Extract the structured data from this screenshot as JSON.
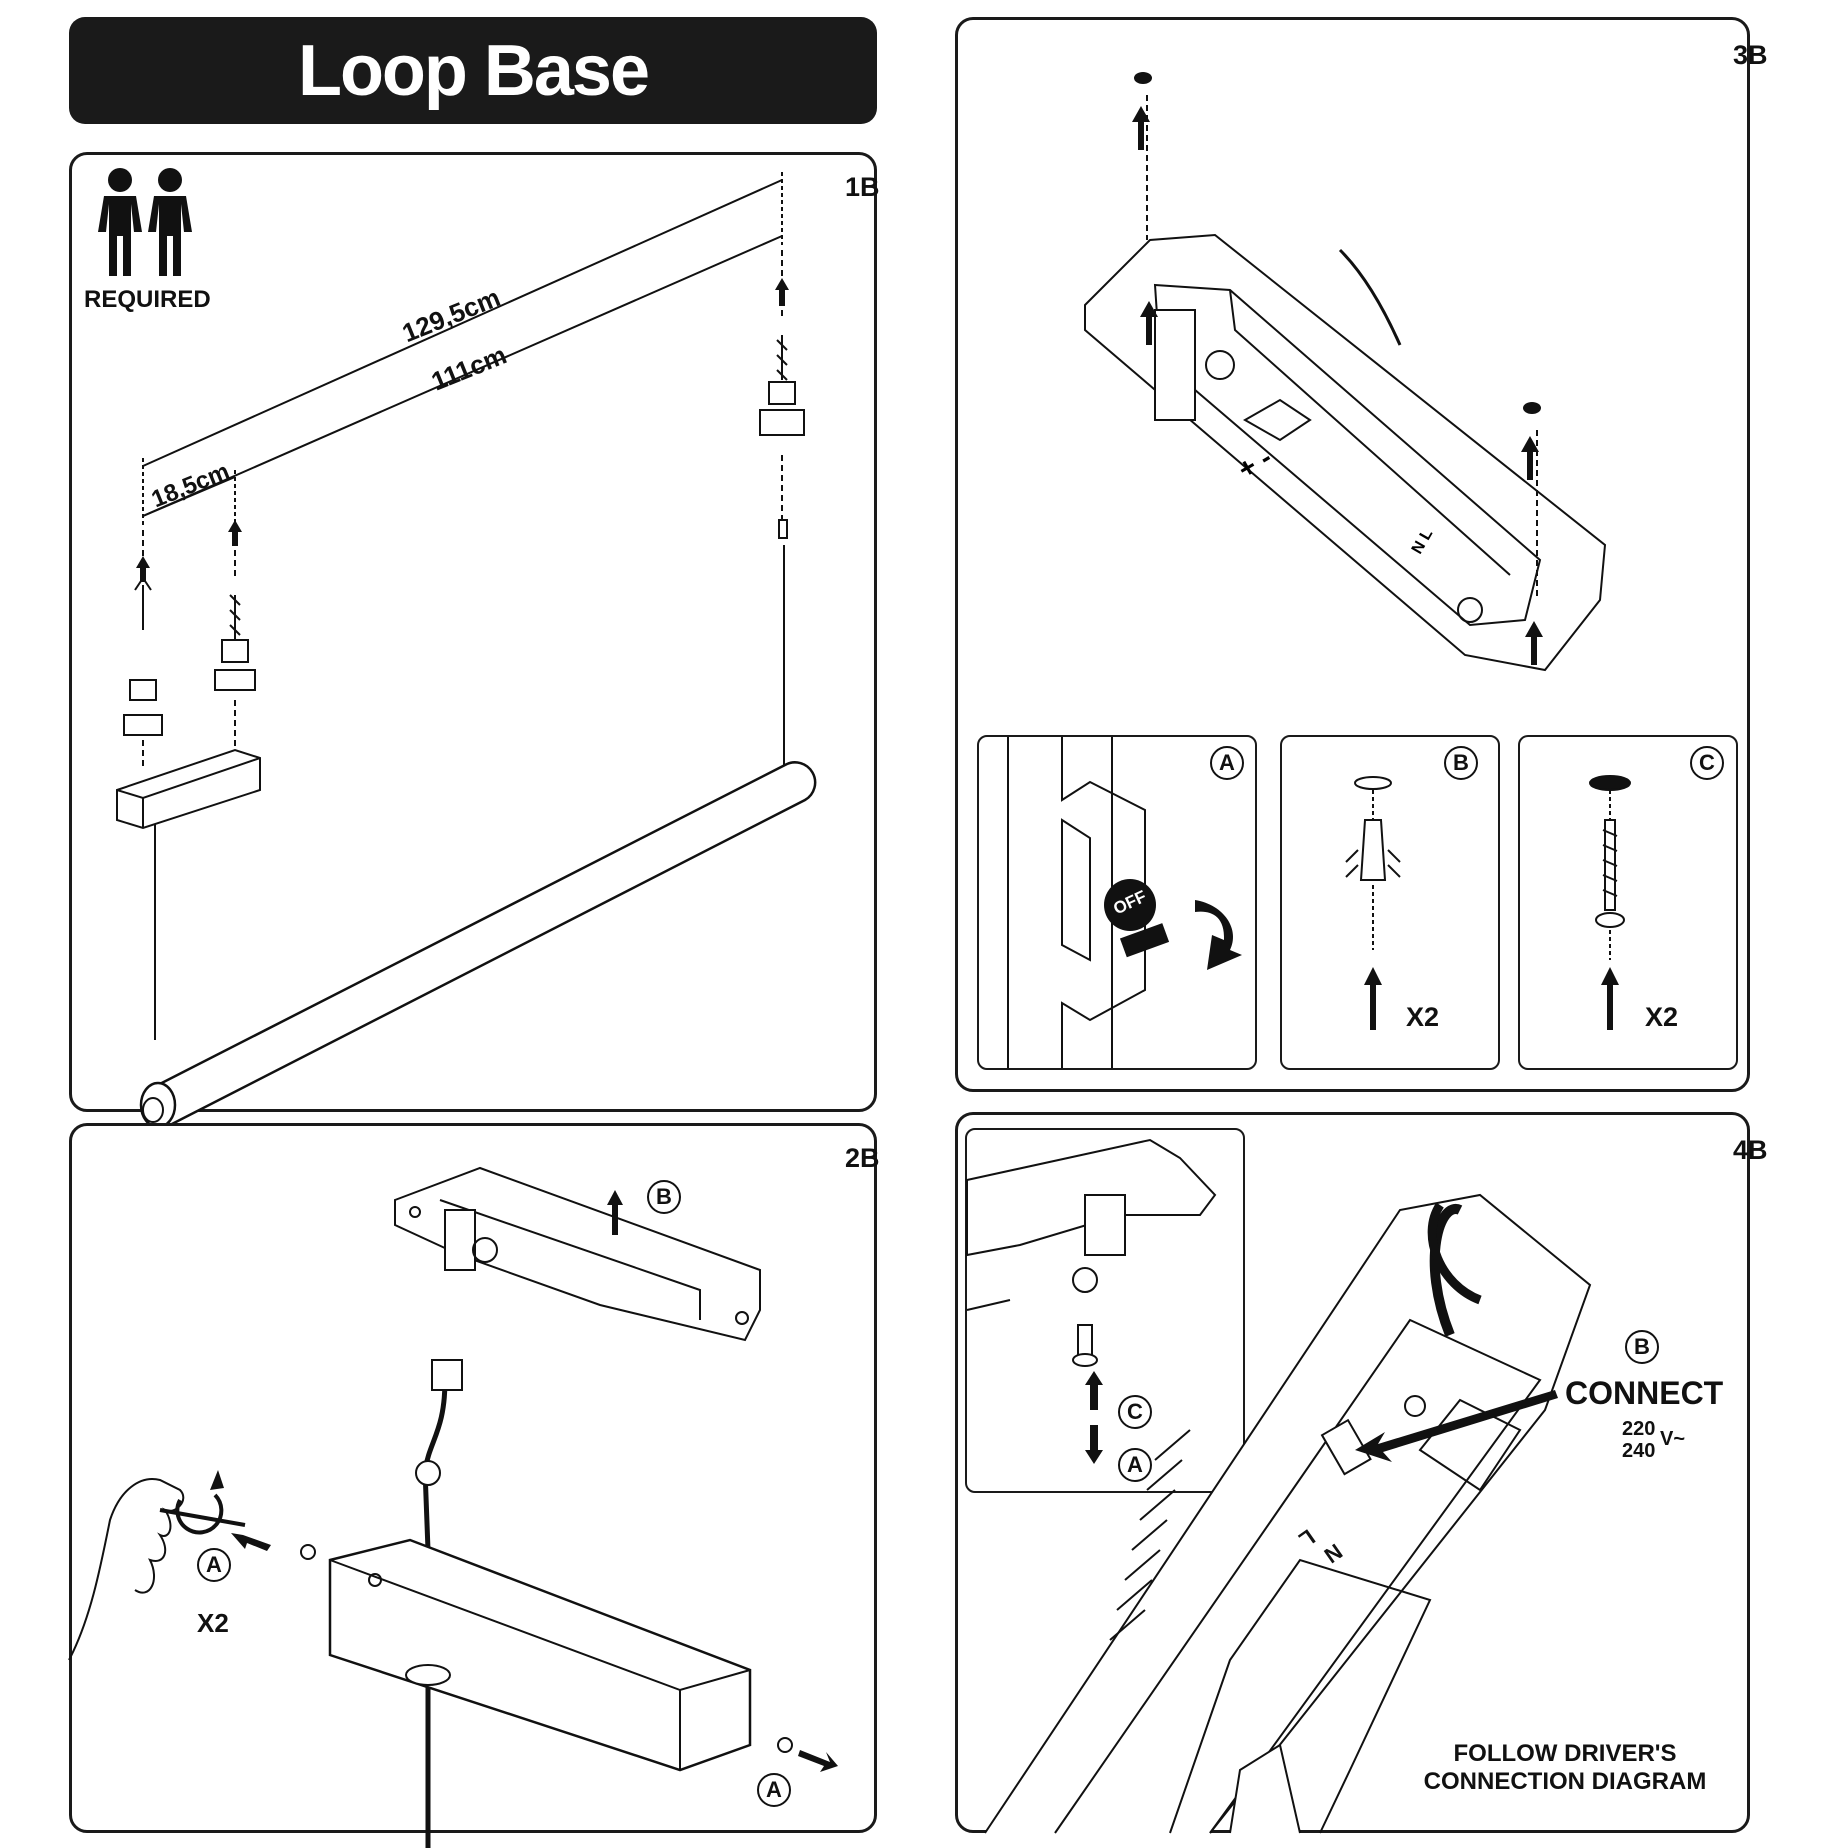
{
  "title": "Loop Base",
  "panels": {
    "p1": {
      "step": "1B",
      "required": "REQUIRED",
      "dim_total": "129,5cm",
      "dim_mid": "111cm",
      "dim_small": "18,5cm"
    },
    "p2": {
      "step": "2B",
      "callout_a_top": "A",
      "callout_a_bottom": "A",
      "callout_b": "B",
      "count": "X2"
    },
    "p3": {
      "step": "3B",
      "sub_a": {
        "label": "A",
        "switch_text": "OFF"
      },
      "sub_b": {
        "label": "B",
        "count": "X2"
      },
      "sub_c": {
        "label": "C",
        "count": "X2"
      }
    },
    "p4": {
      "step": "4B",
      "callout_b": "B",
      "callout_c": "C",
      "callout_a": "A",
      "connect": "CONNECT",
      "volt_1": "220",
      "volt_2": "240",
      "volt_unit": "V~",
      "terminal_n": "N",
      "terminal_l": "L",
      "follow_line1": "FOLLOW DRIVER'S",
      "follow_line2": "CONNECTION DIAGRAM"
    }
  }
}
